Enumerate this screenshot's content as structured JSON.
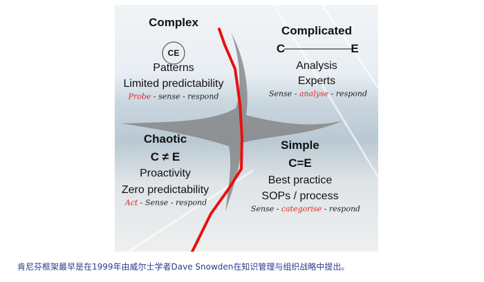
{
  "diagram": {
    "complex": {
      "title": "Complex",
      "badge": "CE",
      "line1": "Patterns",
      "line2": "Limited predictability",
      "action_red": "Probe",
      "action_rest": " - sense - respond"
    },
    "complicated": {
      "title": "Complicated",
      "cause": "C",
      "effect": "E",
      "line1": "Analysis",
      "line2": "Experts",
      "action_pre": "Sense - ",
      "action_red": "analyse",
      "action_post": " - respond"
    },
    "chaotic": {
      "title": "Chaotic",
      "relation": "C ≠ E",
      "line1": "Proactivity",
      "line2": "Zero predictability",
      "action_red": "Act",
      "action_rest": " - Sense - respond"
    },
    "simple": {
      "title": "Simple",
      "relation": "C=E",
      "line1": "Best practice",
      "line2": "SOPs / process",
      "action_pre": "Sense - ",
      "action_red": "categorise",
      "action_post": " - respond"
    },
    "colors": {
      "boundary": "#e8100f",
      "accent_text": "#e0262a"
    }
  },
  "caption": "肯尼芬框架最早是在1999年由威尔士学者Dave Snowden在知识管理与组织战略中提出。"
}
